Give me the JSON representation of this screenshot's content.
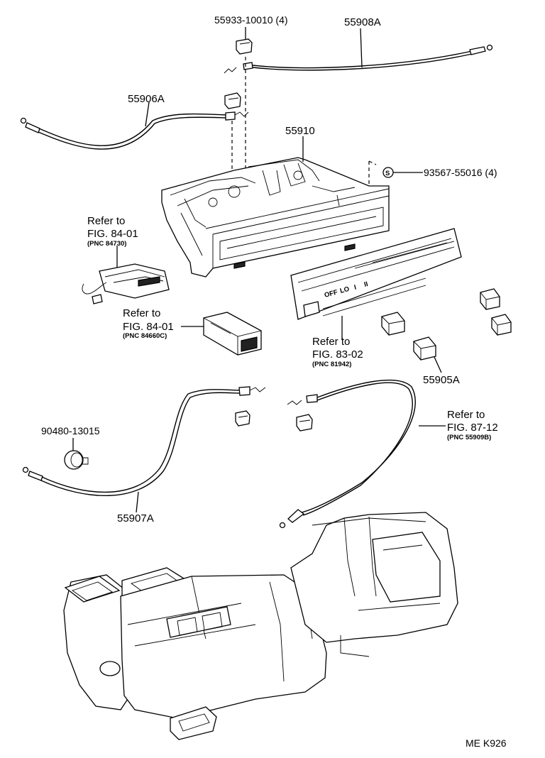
{
  "labels": {
    "p55933": "55933-10010 (4)",
    "p55908a": "55908A",
    "p55906a": "55906A",
    "p55910": "55910",
    "p93567": "93567-55016 (4)",
    "s_mark": "S",
    "ref1_a": "Refer to",
    "ref1_b": "FIG. 84-01",
    "ref1_c": "(PNC 84730)",
    "ref2_a": "Refer to",
    "ref2_b": "FIG. 84-01",
    "ref2_c": "(PNC 84660C)",
    "ref3_a": "Refer to",
    "ref3_b": "FIG. 83-02",
    "ref3_c": "(PNC 81942)",
    "p55905a": "55905A",
    "ref4_a": "Refer to",
    "ref4_b": "FIG. 87-12",
    "ref4_c": "(PNC 55909B)",
    "p90480": "90480-13015",
    "p55907a": "55907A",
    "footer": "ME  K926"
  },
  "panel_text": {
    "off": "OFF",
    "lo": "LO",
    "i": "I",
    "ii": "II"
  }
}
